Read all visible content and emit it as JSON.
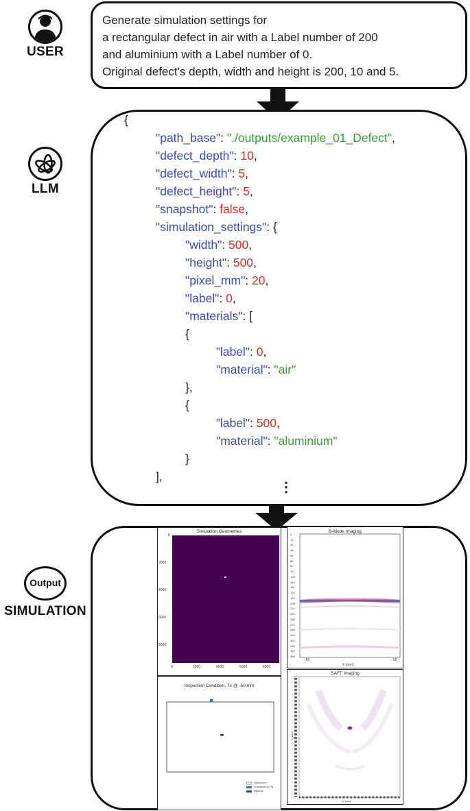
{
  "user": {
    "label": "USER",
    "icon": "user-icon"
  },
  "llm_label": {
    "label": "LLM",
    "icon": "openai-logo-icon"
  },
  "output_label": {
    "badge": "Output",
    "label": "SIMULATION"
  },
  "prompt": {
    "lines": [
      "Generate simulation settings for",
      "a rectangular defect in air with a Label number of 200",
      "and aluminium with a Label number of 0.",
      "Original defect's depth, width and height is 200, 10 and 5."
    ]
  },
  "code": {
    "open_brace": "{",
    "path_base_key": "\"path_base\"",
    "path_base_val": "\"./outputs/example_01_Defect\"",
    "defect_depth_key": "\"defect_depth\"",
    "defect_depth_val": "10",
    "defect_width_key": "\"defect_width\"",
    "defect_width_val": "5",
    "defect_height_key": "\"defect_height\"",
    "defect_height_val": "5",
    "snapshot_key": "\"snapshot\"",
    "snapshot_val": "false",
    "sim_settings_key": "\"simulation_settings\"",
    "width_key": "\"width\"",
    "width_val": "500",
    "height_key": "\"height\"",
    "height_val": "500",
    "pixel_mm_key": "\"pixel_mm\"",
    "pixel_mm_val": "20",
    "label_key": "\"label\"",
    "label_val": "0",
    "materials_key": "\"materials\"",
    "mat_open": "{",
    "mat1_label_key": "”label\"",
    "mat1_label_val": "0",
    "mat1_material_key": "\"material\"",
    "mat1_material_val": "\"air\"",
    "mat1_close": "},",
    "mat2_open": "{",
    "mat2_label_key": "”label\"",
    "mat2_label_val": "500",
    "mat2_material_key": "\"material\"",
    "mat2_material_val": "\"aluminium\"",
    "mat2_close": "}",
    "array_close": "],",
    "ellipsis": "⋮"
  },
  "panels": {
    "geometry": {
      "title": "Simulation Geometries",
      "yticks": [
        "0",
        "2000",
        "4000",
        "6000",
        "8000"
      ],
      "xticks": [
        "0",
        "2000",
        "4000",
        "6000",
        "8000"
      ],
      "bg_color": "#440154",
      "defect_color": "#fde725"
    },
    "bmode": {
      "title": "B-Mode Imaging",
      "xlabel": "X (mm)",
      "xticks": [
        "-50",
        "50"
      ],
      "yticks": [
        "0",
        "16",
        "32",
        "48",
        "64",
        "80",
        "96",
        "112",
        "128",
        "144",
        "160",
        "176",
        "192",
        "208",
        "224",
        "240",
        "256",
        "272",
        "288",
        "304",
        "320",
        "336",
        "352",
        "368"
      ]
    },
    "inspection": {
      "title": "Inspection Condition, Tx @ -50 mm",
      "legend": [
        "Specimen",
        "Transducer (Tx)",
        "Defects"
      ],
      "transducer_color": "#1f77b4"
    },
    "saft": {
      "title": "SAFT Imaging",
      "xlabel": "X (mm)",
      "ylabel": "Y (mm)"
    }
  }
}
